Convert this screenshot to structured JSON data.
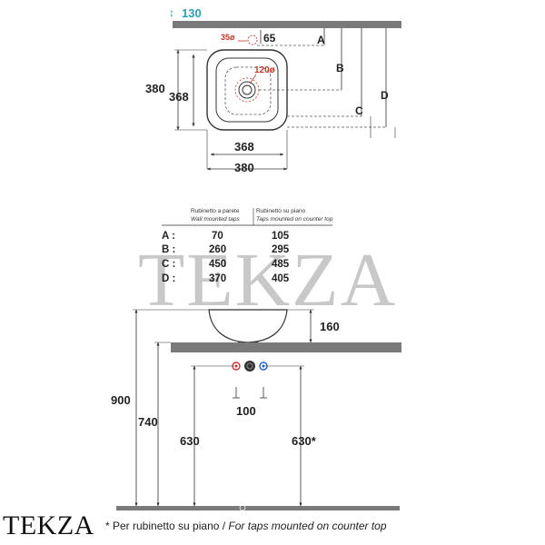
{
  "top_view": {
    "depth_symbol": "↕",
    "depth_value": "130",
    "hole_tap": "35ø",
    "offset_65": "65",
    "drain_hole": "120ø",
    "dim_380_v": "380",
    "dim_368_v": "368",
    "dim_368_h": "368",
    "dim_380_h": "380",
    "letters": [
      "A",
      "B",
      "C",
      "D"
    ]
  },
  "table": {
    "col1_it": "Rubinetto a parete",
    "col1_en": "Wall mounted taps",
    "col2_it": "Rubinetto su piano",
    "col2_en": "Taps mounted on counter top",
    "rows": [
      {
        "key": "A :",
        "wall": "70",
        "counter": "105"
      },
      {
        "key": "B :",
        "wall": "260",
        "counter": "295"
      },
      {
        "key": "C :",
        "wall": "450",
        "counter": "485"
      },
      {
        "key": "D :",
        "wall": "370",
        "counter": "405"
      }
    ]
  },
  "watermark": "TEKZA",
  "side_view": {
    "bowl_height": "160",
    "h_900": "900",
    "h_740": "740",
    "h_630_left": "630",
    "h_630_right": "630*",
    "spacing_100": "100"
  },
  "footer": {
    "logo": "TEKZA",
    "note_it": "* Per rubinetto su piano / ",
    "note_en": "For taps mounted on counter top"
  },
  "colors": {
    "line": "#333333",
    "counter": "#7a7a7a",
    "accent_cyan": "#2aa0b0",
    "accent_red": "#c0392b",
    "hot": "#d32f2f",
    "cold": "#1e5fc0"
  }
}
